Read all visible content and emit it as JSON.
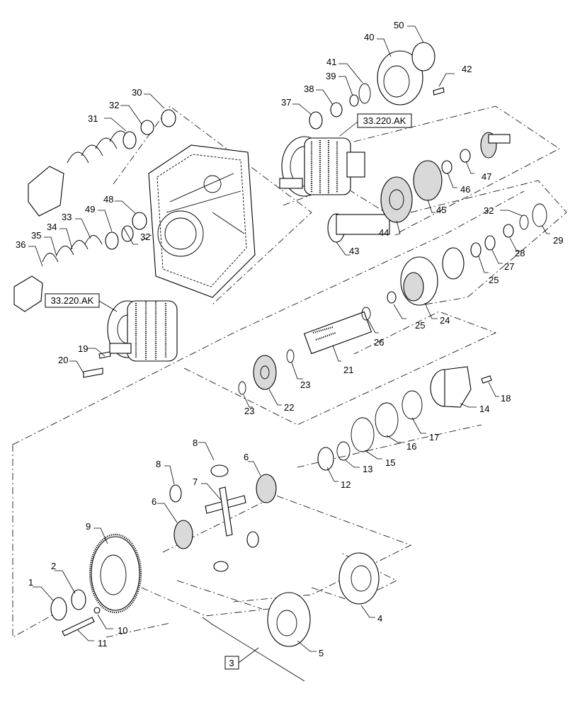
{
  "diagram": {
    "reference_boxes": [
      {
        "id": "ref-upper",
        "text": "33.220.AK"
      },
      {
        "id": "ref-left",
        "text": "33.220.AK"
      },
      {
        "id": "ref-assembly",
        "text": "3"
      }
    ],
    "callouts": [
      "1",
      "2",
      "4",
      "5",
      "6",
      "6b",
      "7",
      "8",
      "8b",
      "9",
      "10",
      "11",
      "12",
      "13",
      "14",
      "15",
      "16",
      "17",
      "18",
      "19",
      "20",
      "21",
      "22",
      "23",
      "23b",
      "24",
      "25",
      "25b",
      "26",
      "27",
      "28",
      "29",
      "30",
      "31",
      "32",
      "32b",
      "32c",
      "33",
      "34",
      "35",
      "36",
      "37",
      "38",
      "39",
      "40",
      "41",
      "42",
      "43",
      "44",
      "45",
      "46",
      "47",
      "48",
      "49",
      "50"
    ],
    "labels": {
      "1": "1",
      "2": "2",
      "4": "4",
      "5": "5",
      "6": "6",
      "6b": "6",
      "7": "7",
      "8": "8",
      "8b": "8",
      "9": "9",
      "10": "10",
      "11": "11",
      "12": "12",
      "13": "13",
      "14": "14",
      "15": "15",
      "16": "16",
      "17": "17",
      "18": "18",
      "19": "19",
      "20": "20",
      "21": "21",
      "22": "22",
      "23": "23",
      "23b": "23",
      "24": "24",
      "25": "25",
      "25b": "25",
      "26": "26",
      "27": "27",
      "28": "28",
      "29": "29",
      "30": "30",
      "31": "31",
      "32": "32",
      "32b": "32",
      "32c": "32",
      "33": "33",
      "34": "34",
      "35": "35",
      "36": "36",
      "37": "37",
      "38": "38",
      "39": "39",
      "40": "40",
      "41": "41",
      "42": "42",
      "43": "43",
      "44": "44",
      "45": "45",
      "46": "46",
      "47": "47",
      "48": "48",
      "49": "49",
      "50": "50"
    }
  }
}
